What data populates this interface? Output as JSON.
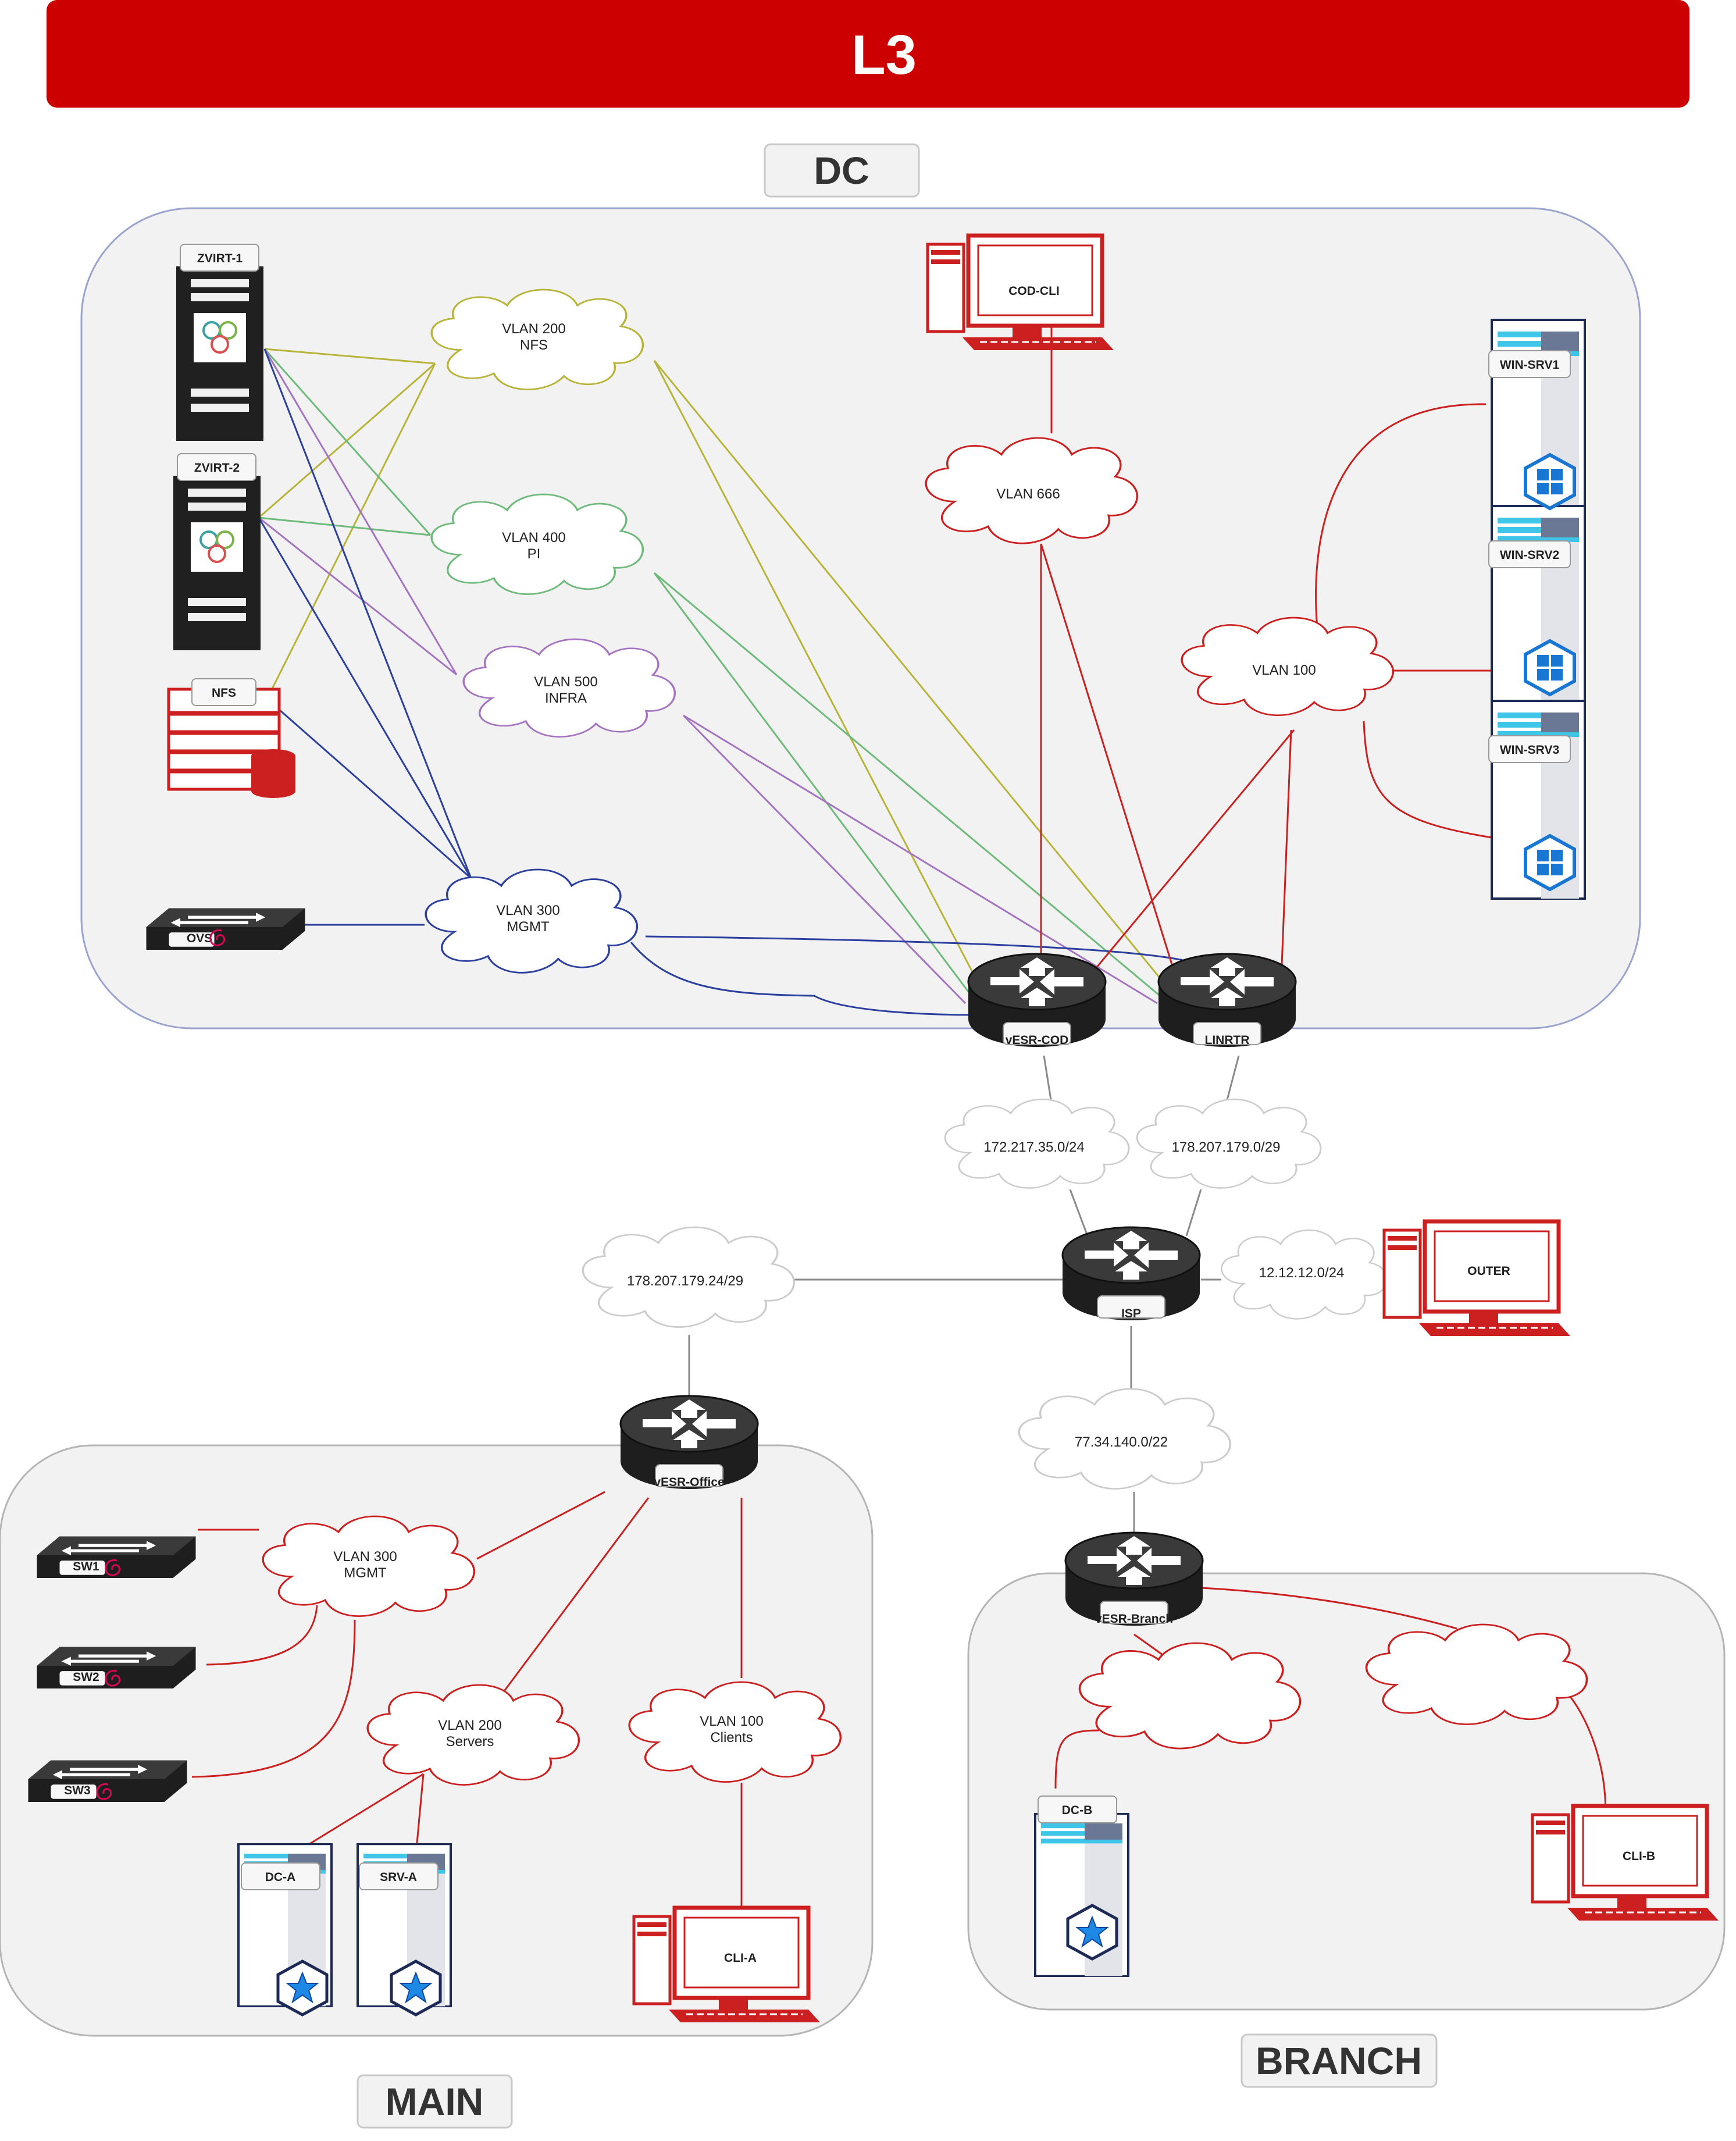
{
  "title": "L3",
  "zones": {
    "dc": "DC",
    "main": "MAIN",
    "branch": "BRANCH"
  },
  "colors": {
    "title_bar": "#cc0000",
    "red_link": "#cc1f1f",
    "blue_link": "#2b3f9e",
    "yellow_link": "#b8b43a",
    "green_link": "#6dba7a",
    "purple_link": "#a474c0",
    "gray_link": "#8a8a8a"
  },
  "clouds": {
    "vlan200_nfs": [
      "VLAN 200",
      "NFS"
    ],
    "vlan400_pi": [
      "VLAN 400",
      "PI"
    ],
    "vlan500_infra": [
      "VLAN 500",
      "INFRA"
    ],
    "vlan300_mgmt_dc": [
      "VLAN 300",
      "MGMT"
    ],
    "vlan666": [
      "VLAN 666"
    ],
    "vlan100_dc": [
      "VLAN 100"
    ],
    "net_172": [
      "172.217.35.0/24"
    ],
    "net_178_dc": [
      "178.207.179.0/29"
    ],
    "net_178_main": [
      "178.207.179.24/29"
    ],
    "net_12": [
      "12.12.12.0/24"
    ],
    "net_77": [
      "77.34.140.0/22"
    ],
    "vlan300_mgmt_main": [
      "VLAN 300",
      "MGMT"
    ],
    "vlan200_servers": [
      "VLAN 200",
      "Servers"
    ],
    "vlan100_clients": [
      "VLAN 100",
      "Clients"
    ],
    "branch_cloud_1": [],
    "branch_cloud_2": []
  },
  "devices": {
    "zvirt1": "ZVIRT-1",
    "zvirt2": "ZVIRT-2",
    "nfs": "NFS",
    "ovs": "OVS",
    "cod_cli": "COD-CLI",
    "win_srv1": "WIN-SRV1",
    "win_srv2": "WIN-SRV2",
    "win_srv3": "WIN-SRV3",
    "vesr_cod": "vESR-COD",
    "linrtr": "LINRTR",
    "isp": "ISP",
    "outer": "OUTER",
    "vesr_office": "vESR-Office",
    "vesr_branch": "vESR-Branch",
    "sw1": "SW1",
    "sw2": "SW2",
    "sw3": "SW3",
    "dc_a": "DC-A",
    "srv_a": "SRV-A",
    "cli_a": "CLI-A",
    "dc_b": "DC-B",
    "cli_b": "CLI-B"
  },
  "icons": {
    "server": "server-tower-icon",
    "router": "router-icon",
    "switch": "switch-icon",
    "workstation": "workstation-icon",
    "cloud": "network-cloud-icon",
    "windows": "windows-logo-icon",
    "storage": "storage-icon",
    "zvirt": "zvirt-logo-icon",
    "debian": "debian-logo-icon",
    "directory": "directory-star-icon"
  }
}
